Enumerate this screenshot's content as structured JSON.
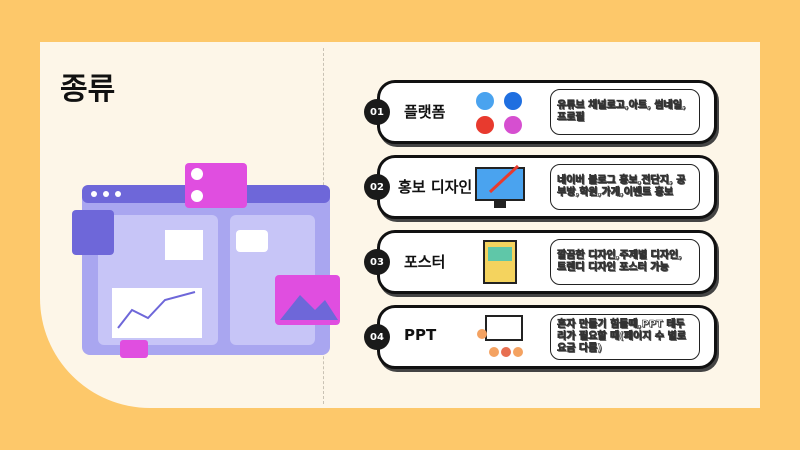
{
  "title": "종류",
  "rows": [
    {
      "num": "01",
      "label": "플랫폼",
      "icon": "social-media-icons",
      "desc": "유튜브 채널로고,아트, 썸네일,프로필"
    },
    {
      "num": "02",
      "label": "홍보 디자인",
      "icon": "design-monitor-icon",
      "desc": "네이버 블로그 홍보,전단지, 공부방,학원,가게,이벤트 홍보"
    },
    {
      "num": "03",
      "label": "포스터",
      "icon": "poster-icon",
      "desc": "깔끔한 디자인,주제별 디자인, 트렌디 디자인 포스터 가능"
    },
    {
      "num": "04",
      "label": "PPT",
      "icon": "presentation-icon",
      "desc": "혼자 만들기 힘들때,PPT 테두리가 필요할 때(페이지 수 별로 요금 다름)"
    }
  ],
  "colors": {
    "background": "#fdc86a",
    "panel": "#fdf6e8",
    "accent": "#e04ee0",
    "purple": "#7b74e8"
  }
}
